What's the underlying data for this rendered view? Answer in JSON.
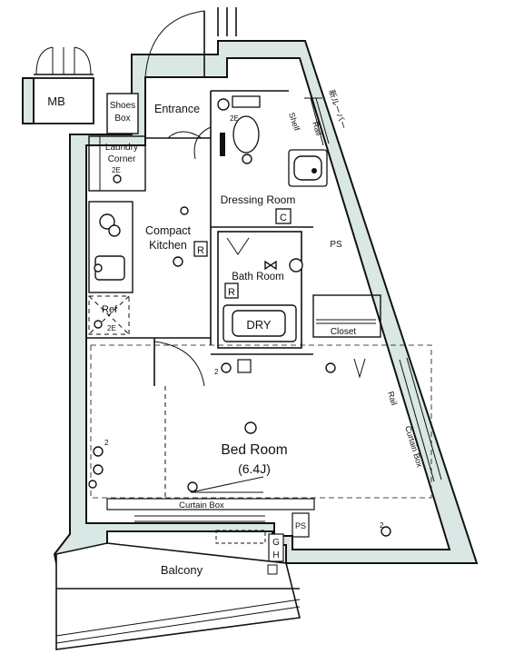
{
  "rooms": {
    "mb": "MB",
    "shoes_box_line1": "Shoes",
    "shoes_box_line2": "Box",
    "entrance": "Entrance",
    "laundry_line1": "Laundry",
    "laundry_line2": "Corner",
    "compact_kitchen_line1": "Compact",
    "compact_kitchen_line2": "Kitchen",
    "dressing_room": "Dressing Room",
    "bath_room": "Bath Room",
    "dry": "DRY",
    "ref": "Ref",
    "ps": "PS",
    "ps_small": "PS",
    "closet": "Closet",
    "bed_room": "Bed Room",
    "bed_room_size": "(6.4J)",
    "curtain_box_bottom": "Curtain Box",
    "curtain_box_right": "Curtain Box",
    "rail_right": "Rail",
    "rail_top": "Rail",
    "shelf": "Shelf",
    "balcony": "Balcony",
    "gh_g": "G",
    "gh_h": "H",
    "louver_jp": "新ルーバー"
  },
  "symbols": {
    "r_kitchen": "R",
    "r_bath": "R",
    "c_dressing": "C",
    "outlet_2e_top": "2E",
    "outlet_2e_laundry": "2E",
    "outlet_2e_ref": "2E",
    "outlet_2_bed_left": "2",
    "outlet_2_bed_right": "2",
    "outlet_2_bed_top": "2"
  },
  "colors": {
    "wall_fill": "#d9e7e5",
    "line": "#111111"
  }
}
